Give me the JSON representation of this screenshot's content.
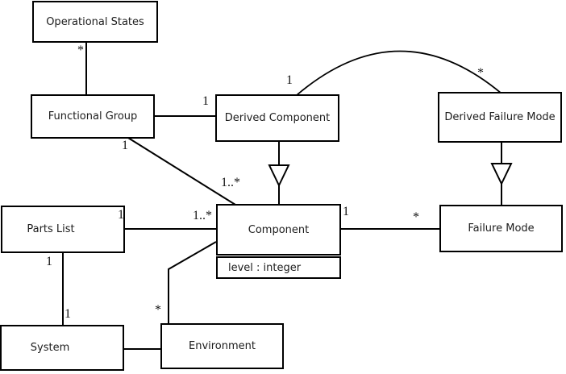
{
  "colors": {
    "line": "#000000",
    "background": "#ffffff",
    "text": "#1c1c1c"
  },
  "diagram": {
    "classes": {
      "operational_states": {
        "name": "Operational States"
      },
      "functional_group": {
        "name": "Functional Group"
      },
      "derived_component": {
        "name": "Derived Component"
      },
      "derived_failure_mode": {
        "name": "Derived Failure Mode"
      },
      "parts_list": {
        "name": "Parts List"
      },
      "component": {
        "name": "Component",
        "attribute": "level : integer"
      },
      "failure_mode": {
        "name": "Failure Mode"
      },
      "system": {
        "name": "System"
      },
      "environment": {
        "name": "Environment"
      }
    },
    "edges": {
      "opstates_fg": {
        "from": "Operational States",
        "to": "Functional Group",
        "type": "association",
        "from_label": "*"
      },
      "fg_dc": {
        "from": "Functional Group",
        "to": "Derived Component",
        "type": "association",
        "to_label": "1"
      },
      "dc_dfm": {
        "from": "Derived Component",
        "to": "Derived Failure Mode",
        "type": "association",
        "from_label": "1",
        "to_label": "*"
      },
      "fg_comp": {
        "from": "Functional Group",
        "to": "Component",
        "type": "association",
        "from_label": "1",
        "to_label": "1..*"
      },
      "pl_comp": {
        "from": "Parts List",
        "to": "Component",
        "type": "association",
        "from_label": "1",
        "to_label": "1..*"
      },
      "comp_fm": {
        "from": "Component",
        "to": "Failure Mode",
        "type": "association",
        "from_label": "1",
        "to_label": "*"
      },
      "pl_sys": {
        "from": "Parts List",
        "to": "System",
        "type": "association",
        "from_label": "1",
        "to_label": "1"
      },
      "sys_env": {
        "from": "System",
        "to": "Environment",
        "type": "association"
      },
      "comp_env": {
        "from": "Component",
        "to": "Environment",
        "type": "association",
        "to_label": "*"
      },
      "dc_comp": {
        "from": "Derived Component",
        "to": "Component",
        "type": "generalization"
      },
      "dfm_fm": {
        "from": "Derived Failure Mode",
        "to": "Failure Mode",
        "type": "generalization"
      }
    }
  }
}
